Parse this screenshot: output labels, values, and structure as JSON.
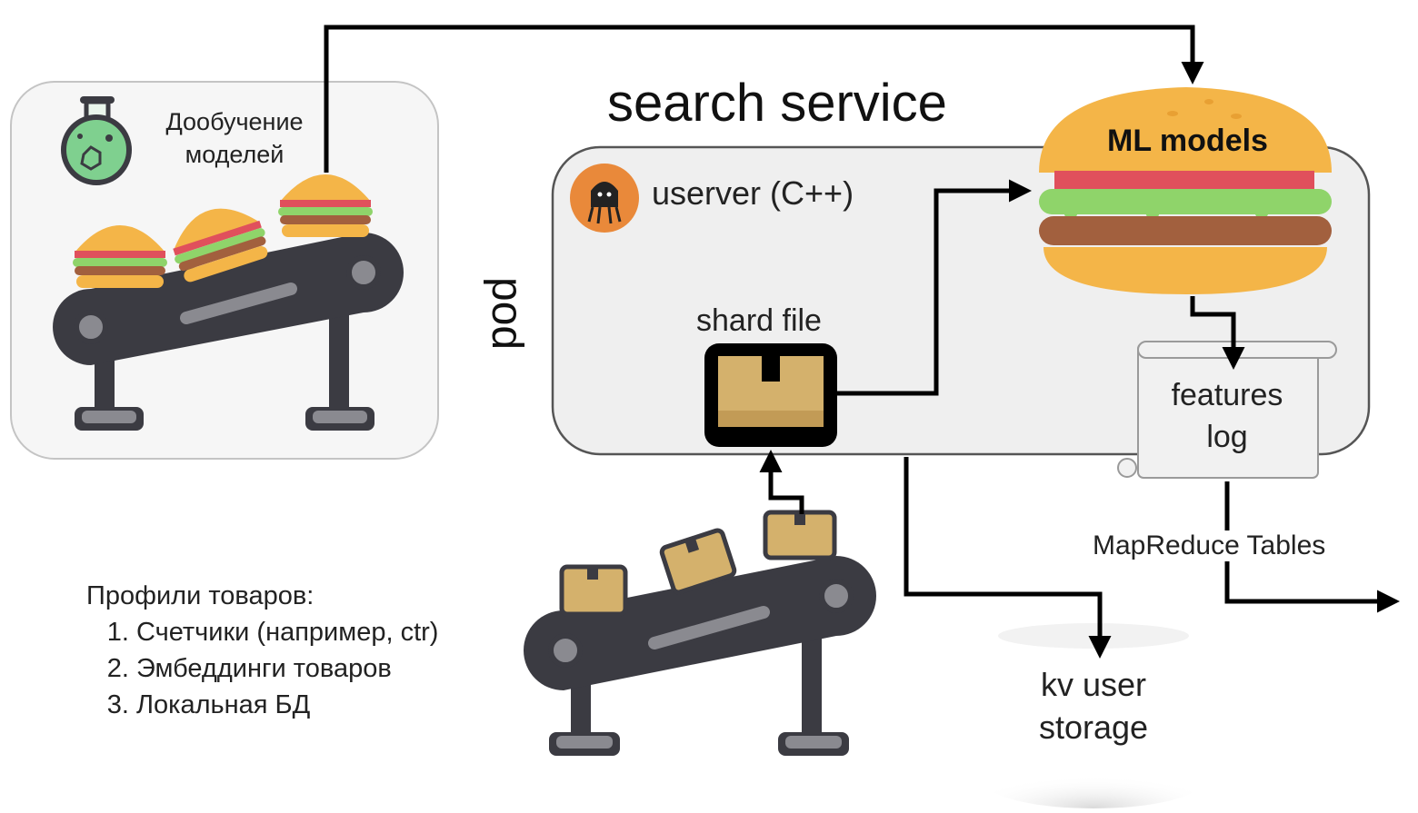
{
  "retraining": {
    "label_line1": "Дообучение",
    "label_line2": "моделей"
  },
  "service": {
    "title": "search service"
  },
  "pod": {
    "label": "pod"
  },
  "userver": {
    "label": "userver (C++)"
  },
  "shard": {
    "label": "shard file"
  },
  "ml": {
    "label": "ML models"
  },
  "features_log": {
    "line1": "features",
    "line2": "log"
  },
  "mapreduce": {
    "label": "MapReduce Tables"
  },
  "kv_storage": {
    "line1": "kv user",
    "line2": "storage"
  },
  "profiles": {
    "heading": "Профили товаров:",
    "items": [
      "Счетчики (например, ctr)",
      "Эмбеддинги товаров",
      "Локальная БД"
    ]
  },
  "colors": {
    "bun": "#f4b548",
    "lettuce": "#8fd46a",
    "patty": "#a2603e",
    "ketchup": "#e0505c",
    "conveyor": "#3b3b42",
    "box": "#d4b16c",
    "octopus_bg": "#e9893a",
    "flask_liquid": "#7fd08f"
  }
}
